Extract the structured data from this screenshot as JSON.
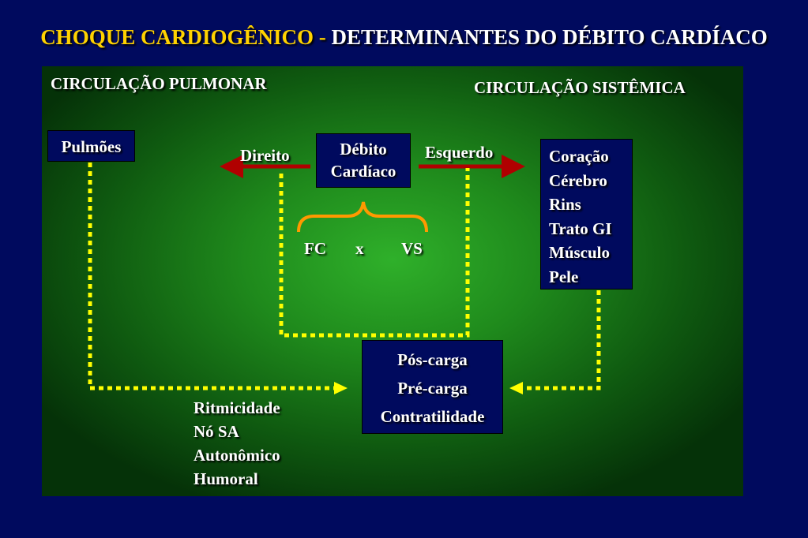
{
  "title": {
    "part1": "CHOQUE CARDIOGÊNICO -",
    "part2": "DETERMINANTES DO DÉBITO CARDÍACO"
  },
  "labels": {
    "pulmonary": "CIRCULAÇÃO PULMONAR",
    "systemic": "CIRCULAÇÃO SISTÊMICA",
    "right": "Direito",
    "left": "Esquerdo",
    "fc": "FC",
    "x": "x",
    "vs": "VS"
  },
  "boxes": {
    "lungs": "Pulmões",
    "cardiac_output": [
      "Débito",
      "Cardíaco"
    ],
    "organs": [
      "Coração",
      "Cérebro",
      "Rins",
      "Trato GI",
      "Músculo",
      "Pele"
    ],
    "determinants": [
      "Pós-carga",
      "Pré-carga",
      "Contratilidade"
    ]
  },
  "regulation": [
    "Ritmicidade",
    "Nó SA",
    "Autonômico",
    "Humoral"
  ],
  "colors": {
    "background": "#000a5e",
    "title_accent": "#ffd200",
    "arrow_red": "#b00000",
    "dotted_yellow": "#ffff00",
    "brace_orange": "#ff9900"
  }
}
